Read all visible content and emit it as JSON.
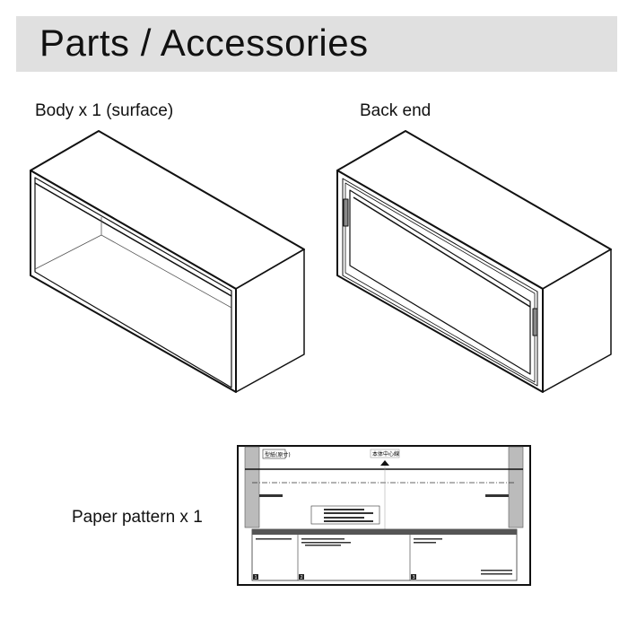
{
  "header": {
    "title": "Parts / Accessories"
  },
  "parts": [
    {
      "label": "Body x 1 (surface)"
    },
    {
      "label": "Back end"
    },
    {
      "label": "Paper pattern x 1"
    }
  ],
  "paper_pattern": {
    "corner_label": "型紙(原寸)",
    "center_label": "本体中心線",
    "step_numbers": [
      "1",
      "2",
      "3"
    ]
  }
}
